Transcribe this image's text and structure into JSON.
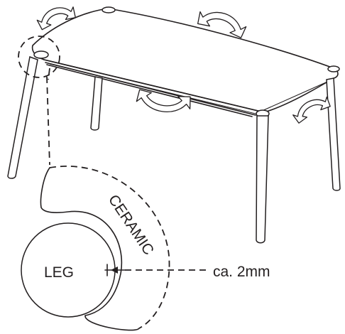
{
  "diagram": {
    "leg_label": "LEG",
    "material_label": "CERAMIC",
    "gap_label": "ca. 2mm",
    "ink_color": "#231f20",
    "background_color": "#ffffff",
    "icons": [
      "rotate-double-arrow-icon",
      "dimension-arrow-icon"
    ]
  }
}
